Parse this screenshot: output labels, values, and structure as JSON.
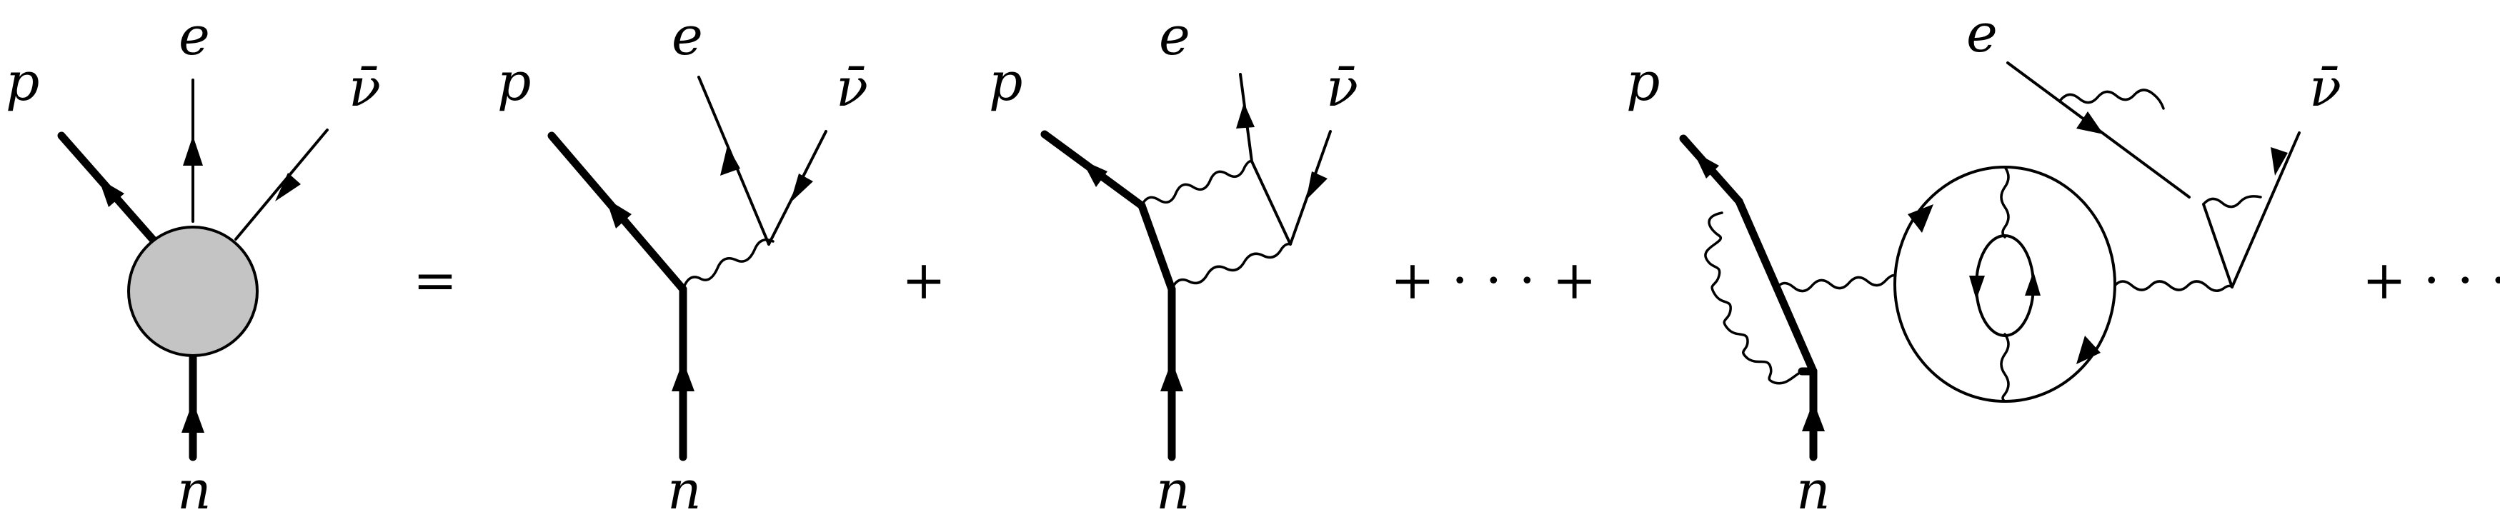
{
  "labels": {
    "proton": "p",
    "electron": "e",
    "antineutrino": "ν̄",
    "neutron": "n"
  },
  "operators": {
    "equals": "=",
    "plus": "+",
    "plus_dots_plus": "+ · · · +",
    "plus_dots": "+ · · ·"
  },
  "colors": {
    "blob_fill": "#c4c4c4",
    "line": "#000000"
  }
}
